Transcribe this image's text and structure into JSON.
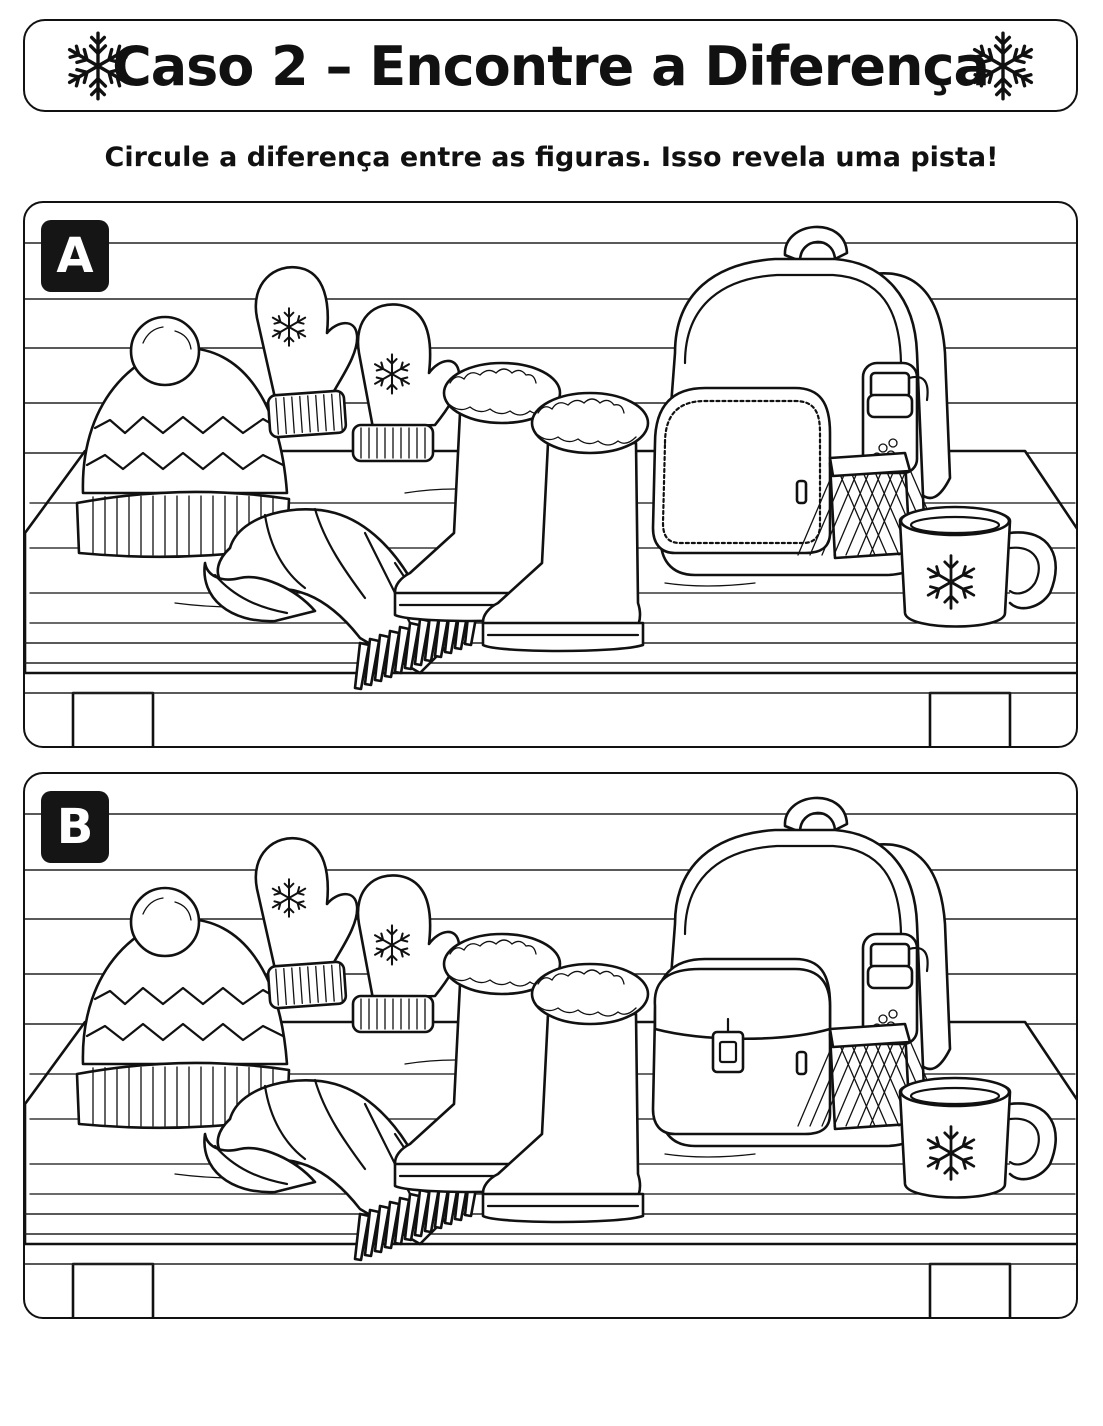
{
  "header": {
    "title": "Caso 2 – Encontre a Diferença",
    "left_icon": "snowflake-icon",
    "right_icon": "snowflake-icon"
  },
  "instructions": "Circule a diferença entre as figuras. Isso revela uma pista!",
  "panels": [
    {
      "label": "A",
      "items": [
        "beanie",
        "mittens",
        "scarf",
        "boots",
        "backpack",
        "water-bottle",
        "mug"
      ],
      "backpack_pocket_buckle": false
    },
    {
      "label": "B",
      "items": [
        "beanie",
        "mittens",
        "scarf",
        "boots",
        "backpack",
        "water-bottle",
        "mug"
      ],
      "backpack_pocket_buckle": true
    }
  ],
  "colors": {
    "ink": "#111111",
    "paper": "#ffffff",
    "badge": "#151515"
  }
}
